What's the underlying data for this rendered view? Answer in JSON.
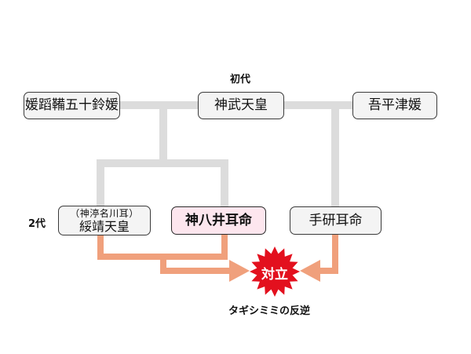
{
  "colors": {
    "line": "#dcdcdc",
    "arrow": "#f0a07c",
    "burst": "#e3101e",
    "highlight_fill": "#fde6ee"
  },
  "labels": {
    "generation1": "初代",
    "generation2": "2代",
    "event": "タギシミミの反逆"
  },
  "boxes": {
    "ahira_tsuhime": "吾平津媛",
    "jimmu": "神武天皇",
    "himetatara": "媛蹈鞴五十鈴媛",
    "suizei_sub": "（神渟名川耳）",
    "suizei_main": "綏靖天皇",
    "kamuyaimimi": "神八井耳命",
    "tagishimimi": "手研耳命"
  },
  "burst": {
    "text": "対立"
  }
}
